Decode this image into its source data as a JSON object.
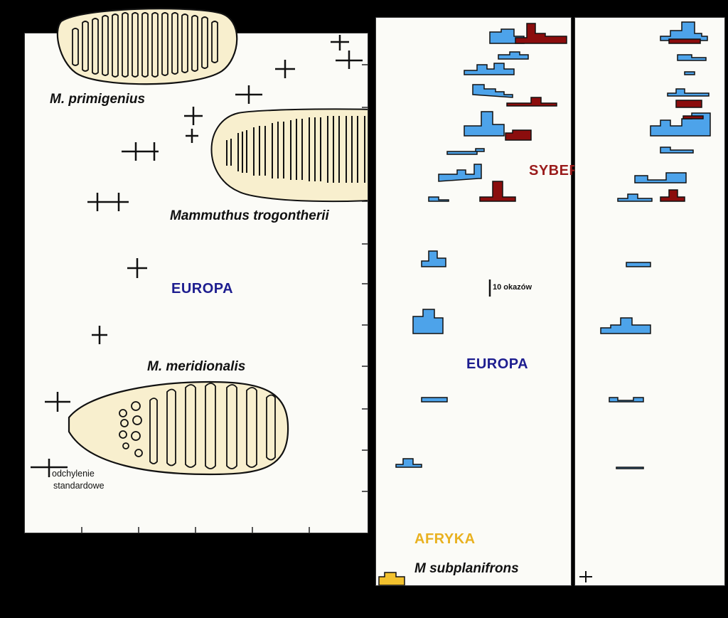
{
  "colors": {
    "europe_bars": "#4da3ea",
    "siberia_bars": "#8b0d0d",
    "africa_bars": "#f2c12e",
    "europe_text": "#1d1d8f",
    "siberia_text": "#9a1b1b",
    "africa_text": "#e9b120",
    "molar_fill": "#f8efce",
    "background": "#000000",
    "panel": "#fbfbf7"
  },
  "icons": [
    "molar-m-primigenius-icon",
    "molar-m-trogontherii-icon",
    "molar-m-meridionalis-icon"
  ],
  "left_panel": {
    "species_primigenius": "M. primigenius",
    "species_trogontherii": "Mammuthus trogontherii",
    "species_meridionalis": "M. meridionalis",
    "region_europe": "EUROPA",
    "legend_line1": "odchylenie",
    "legend_line2": "standardowe"
  },
  "middle_panel": {
    "region_siberia": "SYBERIA",
    "region_europe": "EUROPA",
    "region_africa": "AFRYKA",
    "species_subplanifrons": "M subplanifrons",
    "scale_label": "10 okazów"
  }
}
